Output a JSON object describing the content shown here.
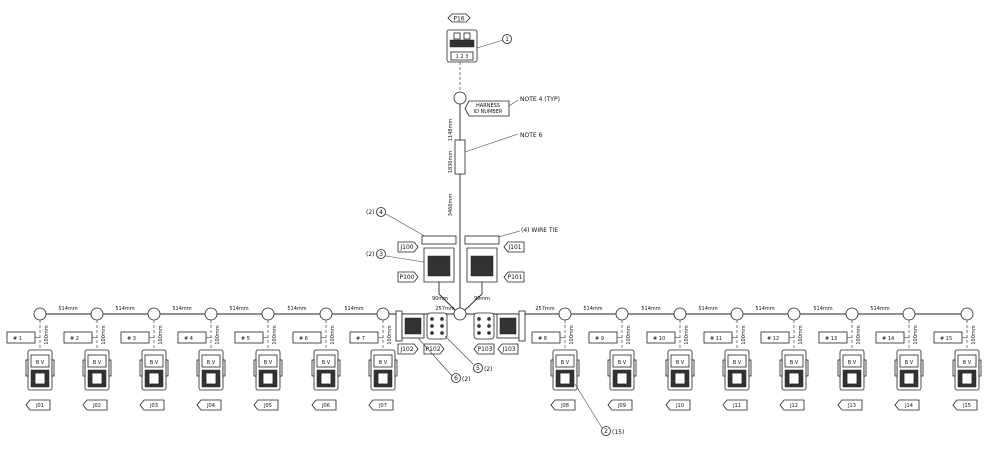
{
  "top_connector": {
    "label": "P16",
    "callout": "1"
  },
  "harness_id": {
    "label": "HARNESS ID NUMBER",
    "note": "NOTE 4 (TYP)"
  },
  "sleeve_note": "NOTE 6",
  "trunk_lengths": [
    "1148mm",
    "1836mm",
    "3466mm"
  ],
  "left_ring": {
    "callout": "(2)",
    "num": "4"
  },
  "right_ring": {
    "label": "(4) WIRE TIE"
  },
  "center_connectors": {
    "j100": "J100",
    "p100": "P100",
    "j101": "J101",
    "p101": "P101",
    "callout_left": "(2)",
    "callout_left_num": "3",
    "drop_left": "90mm",
    "drop_right": "90mm"
  },
  "branch": {
    "left_segments": [
      "514mm",
      "514mm",
      "514mm",
      "514mm",
      "514mm",
      "514mm"
    ],
    "center_left": "257mm",
    "center_right": "257mm",
    "right_segments": [
      "514mm",
      "514mm",
      "514mm",
      "514mm",
      "514mm",
      "514mm"
    ],
    "drop_length": "100mm"
  },
  "mid_connectors": {
    "j102": "J102",
    "p102": "P102",
    "p103": "P103",
    "j103": "J103",
    "callout_6": "6",
    "callout_6_qty": "(2)",
    "callout_5": "5",
    "callout_5_qty": "(2)"
  },
  "drops": [
    {
      "tag": "# 1",
      "conn": "J01"
    },
    {
      "tag": "# 2",
      "conn": "J02"
    },
    {
      "tag": "# 3",
      "conn": "J03"
    },
    {
      "tag": "# 4",
      "conn": "J04"
    },
    {
      "tag": "# 5",
      "conn": "J05"
    },
    {
      "tag": "# 6",
      "conn": "J06"
    },
    {
      "tag": "# 7",
      "conn": "J07"
    },
    {
      "tag": "# 8",
      "conn": "J08"
    },
    {
      "tag": "# 9",
      "conn": "J09"
    },
    {
      "tag": "# 10",
      "conn": "J10"
    },
    {
      "tag": "# 11",
      "conn": "J11"
    },
    {
      "tag": "# 12",
      "conn": "J12"
    },
    {
      "tag": "# 13",
      "conn": "J13"
    },
    {
      "tag": "# 14",
      "conn": "J14"
    },
    {
      "tag": "# 15",
      "conn": "J15"
    }
  ],
  "connector_pins": "B V",
  "bottom_callout": {
    "num": "2",
    "qty": "(15)"
  }
}
